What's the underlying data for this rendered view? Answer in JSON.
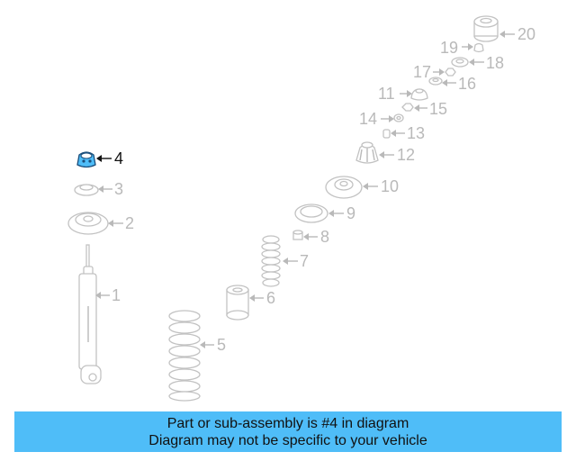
{
  "diagram": {
    "highlight_color": "#4fbdf8",
    "labels": {
      "p1": "1",
      "p2": "2",
      "p3": "3",
      "p4": "4",
      "p5": "5",
      "p6": "6",
      "p7": "7",
      "p8": "8",
      "p9": "9",
      "p10": "10",
      "p11": "11",
      "p12": "12",
      "p13": "13",
      "p14": "14",
      "p15": "15",
      "p16": "16",
      "p17": "17",
      "p18": "18",
      "p19": "19",
      "p20": "20"
    }
  },
  "banner": {
    "line1": "Part or sub-assembly is #4 in diagram",
    "line2": "Diagram may not be specific to your vehicle",
    "background": "#4fbdf8"
  }
}
